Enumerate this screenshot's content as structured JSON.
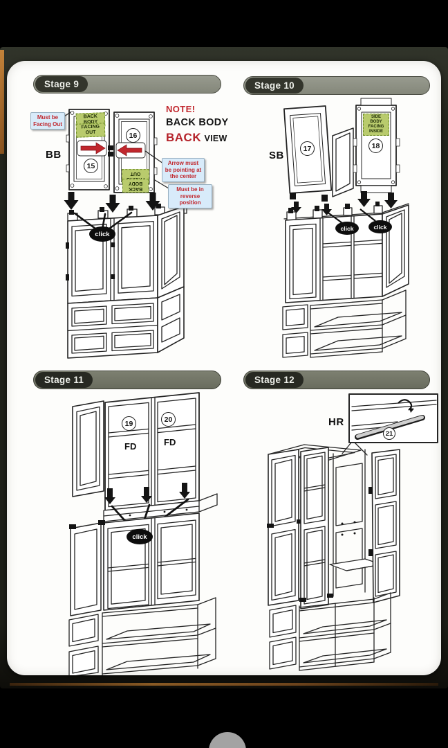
{
  "stage9": {
    "title": "Stage 9",
    "part_label": "BB",
    "callout_facing": "Must be Facing Out",
    "label_back_body": "BACK BODY",
    "label_facing_out": "FACING OUT",
    "label_facing_out_rev": "FACING OUT",
    "label_back_body_rev": "BACK BODY",
    "note_title": "NOTE!",
    "note_subject": "BACK BODY",
    "note_back": "BACK",
    "note_view": "VIEW",
    "num_left": "15",
    "num_right": "16",
    "callout_arrow": "Arrow must be pointing at the center",
    "callout_reverse": "Must be in reverse position",
    "click": "click"
  },
  "stage10": {
    "title": "Stage 10",
    "part_label": "SB",
    "num_left": "17",
    "num_right": "18",
    "label_line1": "SIDE BODY",
    "label_line2": "FACING INSIDE",
    "click_left": "click",
    "click_right": "click"
  },
  "stage11": {
    "title": "Stage 11",
    "num_left": "19",
    "num_right": "20",
    "door_left": "FD",
    "door_right": "FD",
    "click": "click"
  },
  "stage12": {
    "title": "Stage 12",
    "part_label": "HR",
    "num": "21"
  },
  "colors": {
    "accent_red": "#c1272d",
    "label_green": "#b9cb6d",
    "callout_blue": "#d8ebfa",
    "stage_bar_gray": "#8e9187",
    "stage_pill_dark": "#33352c"
  }
}
